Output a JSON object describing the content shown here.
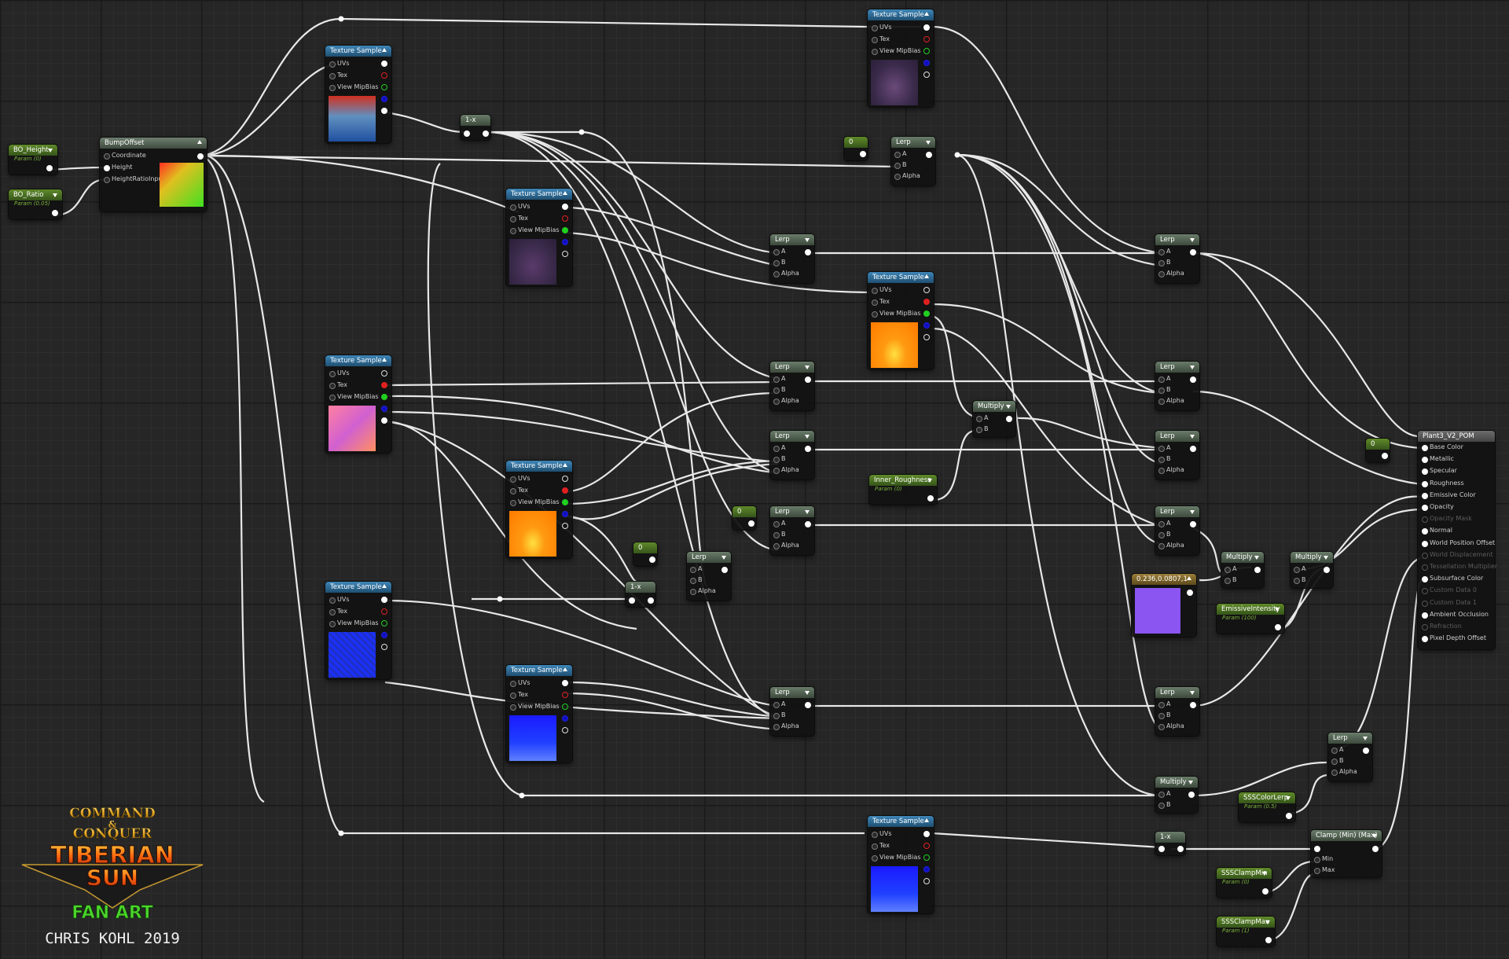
{
  "texture_sample": {
    "title": "Texture Sample",
    "uvs": "UVs",
    "tex": "Tex",
    "mip": "View MipBias"
  },
  "lerp": {
    "title": "Lerp",
    "a": "A",
    "b": "B",
    "alpha": "Alpha"
  },
  "multiply": {
    "title": "Multiply",
    "a": "A",
    "b": "B"
  },
  "one_minus": {
    "title": "1-x"
  },
  "zero": {
    "title": "0"
  },
  "bump_offset": {
    "title": "BumpOffset",
    "coordinate": "Coordinate",
    "height": "Height",
    "ratio_input": "HeightRatioInput"
  },
  "params": {
    "bo_height": {
      "name": "BO_Height",
      "value": "Param (0)"
    },
    "bo_ratio": {
      "name": "BO_Ratio",
      "value": "Param (0.05)"
    },
    "inner_roughness": {
      "name": "Inner_Roughness",
      "value": "Param (0)"
    },
    "emissive_intensity": {
      "name": "EmissiveIntensity",
      "value": "Param (100)"
    },
    "sss_color_lerp": {
      "name": "SSSColorLerp",
      "value": "Param (0.5)"
    },
    "sss_clamp_min": {
      "name": "SSSClampMin",
      "value": "Param (0)"
    },
    "sss_clamp_max": {
      "name": "SSSClampMax",
      "value": "Param (1)"
    }
  },
  "vector_const": {
    "title": "0.236,0.0807,1"
  },
  "clamp": {
    "title": "Clamp (Min) (Max)",
    "min": "Min",
    "max": "Max"
  },
  "result": {
    "title": "Plant3_V2_POM",
    "pins": [
      "Base Color",
      "Metallic",
      "Specular",
      "Roughness",
      "Emissive Color",
      "Opacity",
      "Opacity Mask",
      "Normal",
      "World Position Offset",
      "World Displacement",
      "Tessellation Multiplier",
      "Subsurface Color",
      "Custom Data 0",
      "Custom Data 1",
      "Ambient Occlusion",
      "Refraction",
      "Pixel Depth Offset"
    ]
  },
  "logo": {
    "line1": "COMMAND",
    "amp": "&",
    "line2": "CONQUER",
    "line3": "TIBERIAN",
    "line4": "SUN",
    "fan_art": "FAN ART",
    "credit": "CHRIS KOHL 2019"
  },
  "colors": {
    "wire": "#e8e8e8",
    "texture_header": "#2f6d98",
    "parameter_header": "#4e7a22",
    "result_header": "#5a5a5a",
    "vector_color": "#8a55f0"
  }
}
